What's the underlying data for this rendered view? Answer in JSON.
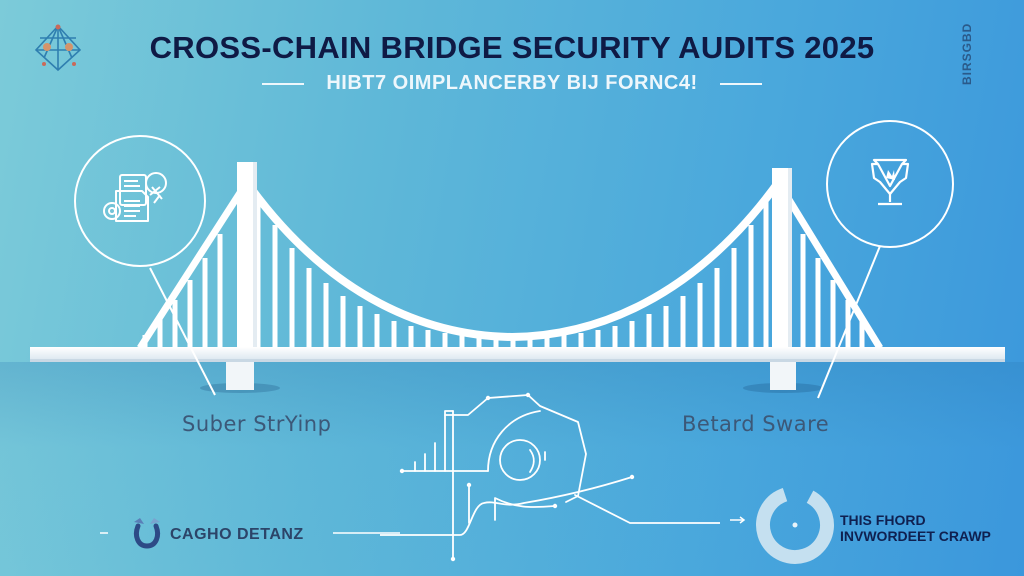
{
  "header": {
    "title": "CROSS-CHAIN BRIDGE SECURITY AUDITS 2025",
    "subtitle": "HIBT7 OIMPLANCERBY BIJ FORNC4!",
    "side_badge": "BIRSGBD",
    "logo_icon": "network-diamond-icon"
  },
  "callouts": [
    {
      "icon": "audit-documents-icon",
      "label": "Suber StrYinp"
    },
    {
      "icon": "trophy-icon",
      "label": "Betard Sware"
    }
  ],
  "footer": {
    "brand_left": {
      "icon": "horseshoe-logo-icon",
      "text": "CAGHO DETANZ"
    },
    "group_right": {
      "icon": "ring-progress-icon",
      "line1": "THIS FHORD",
      "line2": "INVWORDEET CRAWP"
    },
    "diagram_icon": "flow-diagram-icon"
  },
  "colors": {
    "title": "#0f1a45",
    "subtitle": "#eef7fc",
    "label": "#3c5878",
    "bridge": "#ffffff",
    "bg_left": "#7ccbd9",
    "bg_right": "#3b97dc"
  }
}
